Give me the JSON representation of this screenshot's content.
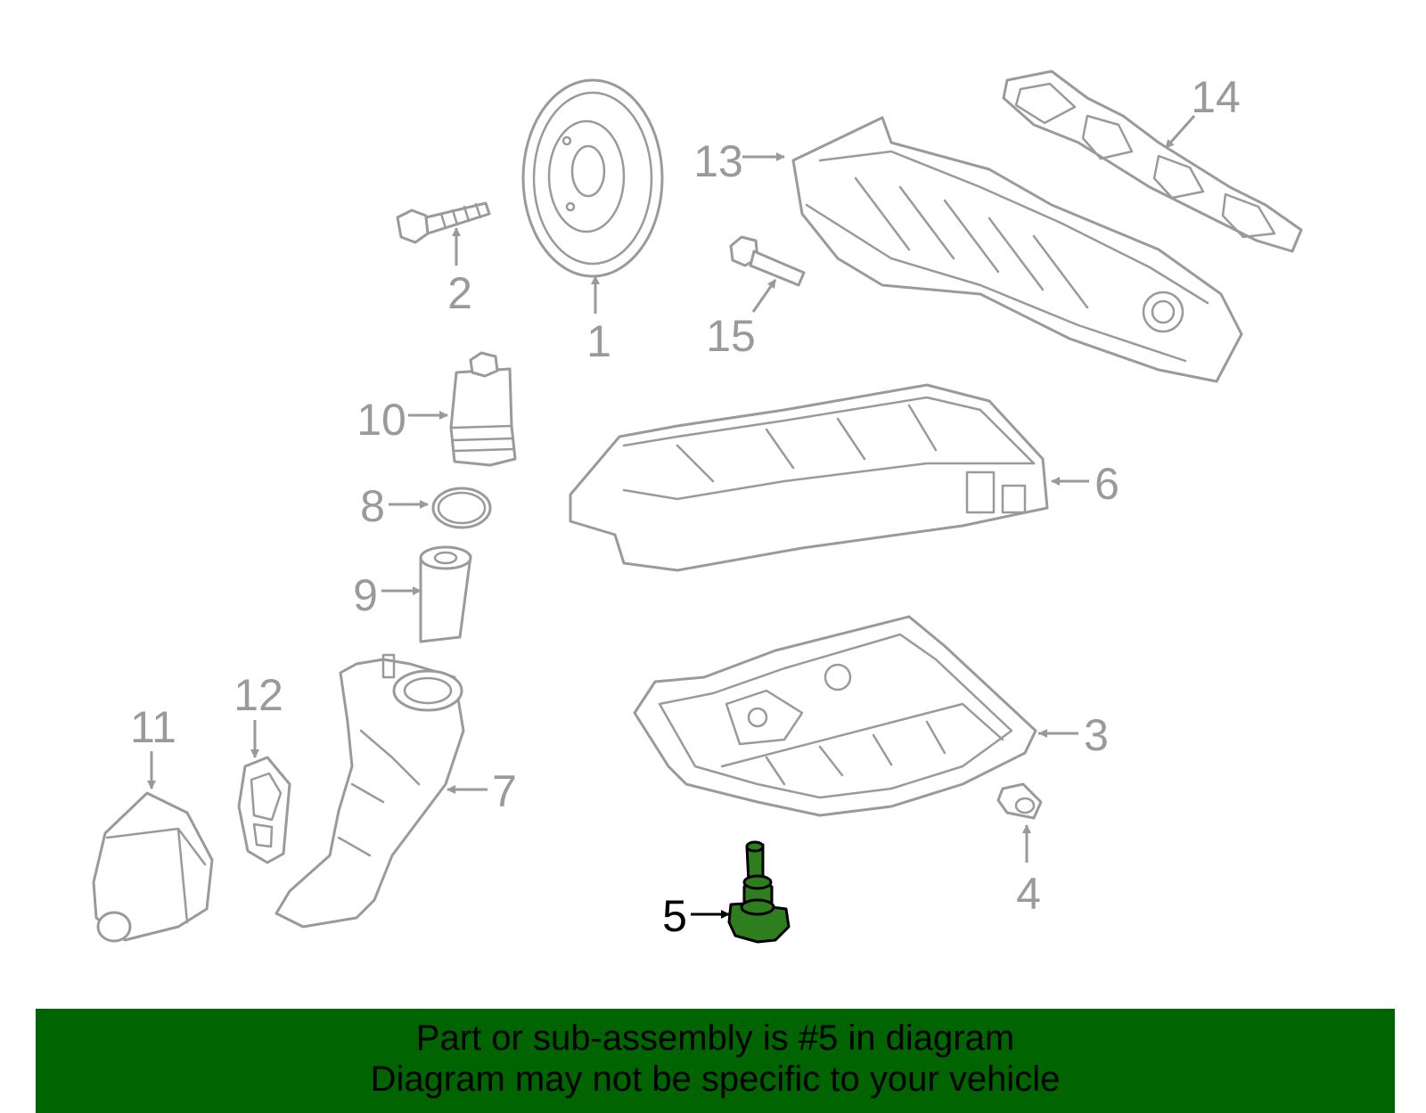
{
  "callouts": {
    "c1": "1",
    "c2": "2",
    "c3": "3",
    "c4": "4",
    "c5": "5",
    "c6": "6",
    "c7": "7",
    "c8": "8",
    "c9": "9",
    "c10": "10",
    "c11": "11",
    "c12": "12",
    "c13": "13",
    "c14": "14",
    "c15": "15"
  },
  "highlight": {
    "part_number": "5",
    "fill_color": "#2e7d1e"
  },
  "banner": {
    "line1": "Part or sub-assembly is #5 in diagram",
    "line2": "Diagram may not be specific to your vehicle",
    "background": "#006400"
  }
}
